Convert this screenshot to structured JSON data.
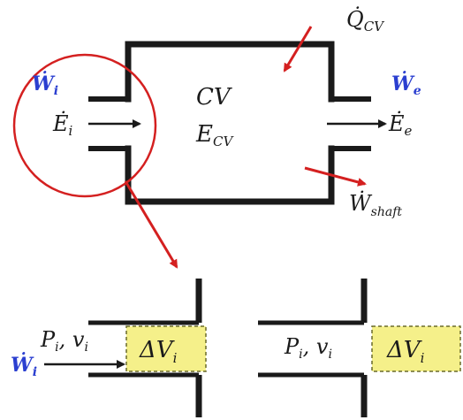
{
  "labels": {
    "q_cv": "Q̇",
    "q_cv_sub": "CV",
    "w_i": "Ẇ",
    "w_i_sub": "i",
    "w_e": "Ẇ",
    "w_e_sub": "e",
    "e_i": "Ė",
    "e_i_sub": "i",
    "e_e": "Ė",
    "e_e_sub": "e",
    "cv": "CV",
    "e_cv": "E",
    "e_cv_sub": "CV",
    "w_shaft": "Ẇ",
    "w_shaft_sub": "shaft",
    "p_i_v_i_left": "P",
    "p_i_v_i_left_mid": ", v",
    "p_i_v_i_left_sub": "i",
    "dv_left": "ΔV",
    "dv_left_sub": "i",
    "w_i_bottom": "Ẇ",
    "w_i_bottom_sub": "i",
    "p_i_v_i_right": "P",
    "p_i_v_i_right_mid": ", v",
    "p_i_v_i_right_sub": "i",
    "dv_right": "ΔV",
    "dv_right_sub": "i"
  },
  "colors": {
    "line": "#1a1a1a",
    "arrow_red": "#d42020",
    "circle_red": "#d42020",
    "box_fill": "#f5f08a",
    "box_border": "#6a6a2a",
    "blue_label": "#2b3fd0"
  }
}
